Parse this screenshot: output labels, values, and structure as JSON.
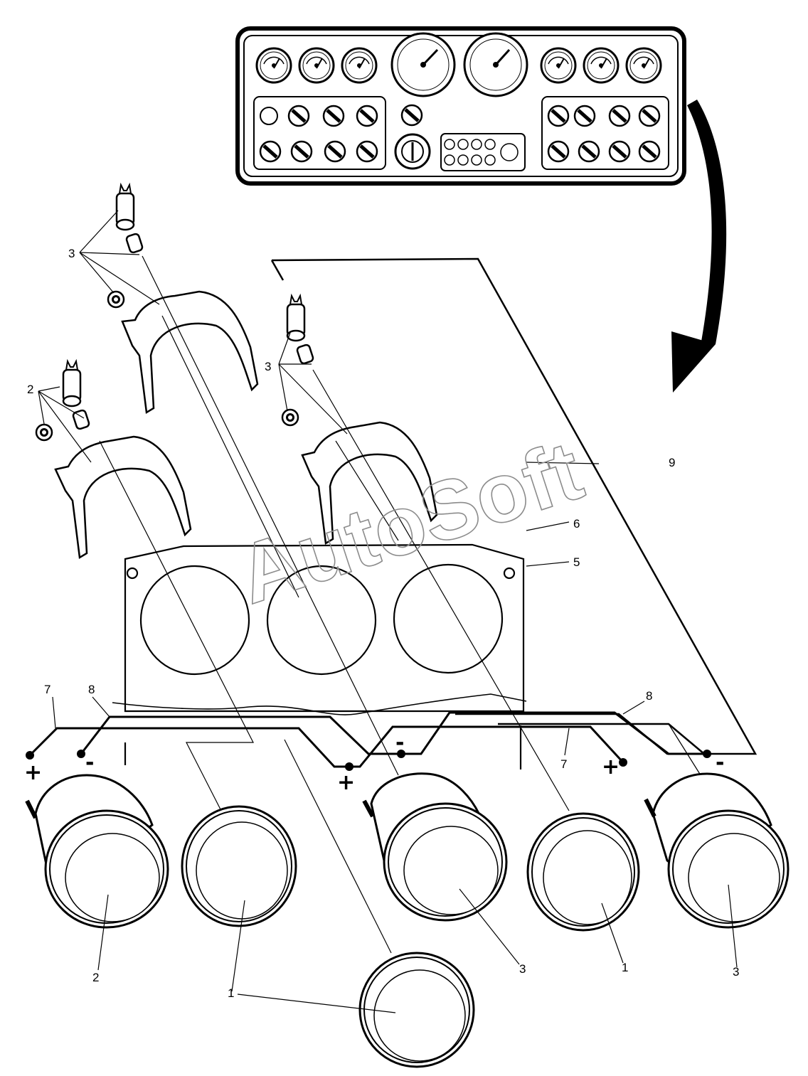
{
  "watermark": "AutoSoft",
  "callouts": {
    "c2_left": "2",
    "c3_upper": "3",
    "c3_mid": "3",
    "c9": "9",
    "c6": "6",
    "c5": "5",
    "c7_left": "7",
    "c8_left": "8",
    "c8_right": "8",
    "c7_right": "7",
    "c2_bottom": "2",
    "c1_bottom": "1",
    "c3_bottom_mid": "3",
    "c1_right": "1",
    "c3_bottom_right": "3"
  },
  "signs": {
    "plus_left": "+",
    "minus_left": "-",
    "plus_mid": "+",
    "minus_mid": "-",
    "plus_right": "+",
    "minus_right": "-"
  }
}
